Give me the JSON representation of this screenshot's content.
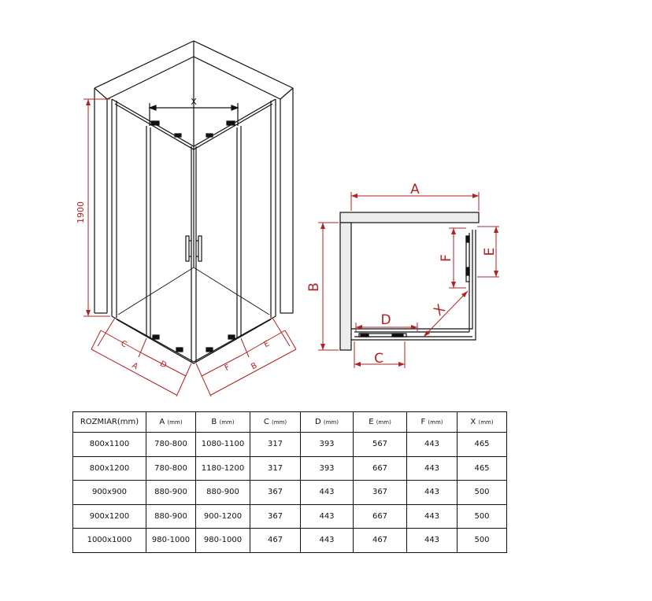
{
  "perspective": {
    "height_label": "1900",
    "top_label": "X",
    "bottom_labels": {
      "c": "C",
      "a": "A",
      "d": "D",
      "f": "F",
      "b": "B",
      "e": "E"
    }
  },
  "plan": {
    "labels": {
      "a": "A",
      "b": "B",
      "c": "C",
      "d": "D",
      "e": "E",
      "f": "F",
      "x": "X"
    }
  },
  "table": {
    "columns": [
      {
        "label": "ROZMIAR",
        "unit": "(mm)"
      },
      {
        "label": "A",
        "unit": "(mm)"
      },
      {
        "label": "B",
        "unit": "(mm)"
      },
      {
        "label": "C",
        "unit": "(mm)"
      },
      {
        "label": "D",
        "unit": "(mm)"
      },
      {
        "label": "E",
        "unit": "(mm)"
      },
      {
        "label": "F",
        "unit": "(mm)"
      },
      {
        "label": "X",
        "unit": "(mm)"
      }
    ],
    "rows": [
      [
        "800x1100",
        "780-800",
        "1080-1100",
        "317",
        "393",
        "567",
        "443",
        "465"
      ],
      [
        "800x1200",
        "780-800",
        "1180-1200",
        "317",
        "393",
        "667",
        "443",
        "465"
      ],
      [
        "900x900",
        "880-900",
        "880-900",
        "367",
        "443",
        "367",
        "443",
        "500"
      ],
      [
        "900x1200",
        "880-900",
        "900-1200",
        "367",
        "443",
        "667",
        "443",
        "500"
      ],
      [
        "1000x1000",
        "980-1000",
        "980-1000",
        "467",
        "443",
        "467",
        "443",
        "500"
      ]
    ]
  }
}
